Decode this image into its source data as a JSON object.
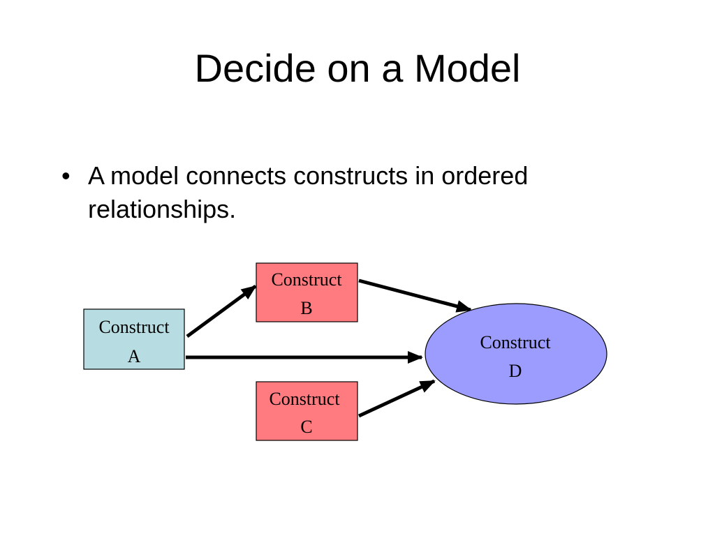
{
  "slide": {
    "title": "Decide on a Model",
    "bullet_glyph": "•",
    "bullet_text": "A model connects constructs in ordered relationships."
  },
  "diagram": {
    "nodes": [
      {
        "id": "A",
        "shape": "rectangle",
        "line1": "Construct",
        "line2": "A",
        "fill": "#b7dde2"
      },
      {
        "id": "B",
        "shape": "rectangle",
        "line1": "Construct",
        "line2": "B",
        "fill": "#ff7b7f"
      },
      {
        "id": "C",
        "shape": "rectangle",
        "line1": "Construct",
        "line2": "C",
        "fill": "#ff7b7f"
      },
      {
        "id": "D",
        "shape": "ellipse",
        "line1": "Construct",
        "line2": "D",
        "fill": "#9c9cff"
      }
    ],
    "edges": [
      {
        "from": "A",
        "to": "B"
      },
      {
        "from": "A",
        "to": "D"
      },
      {
        "from": "B",
        "to": "D"
      },
      {
        "from": "C",
        "to": "D"
      }
    ]
  }
}
